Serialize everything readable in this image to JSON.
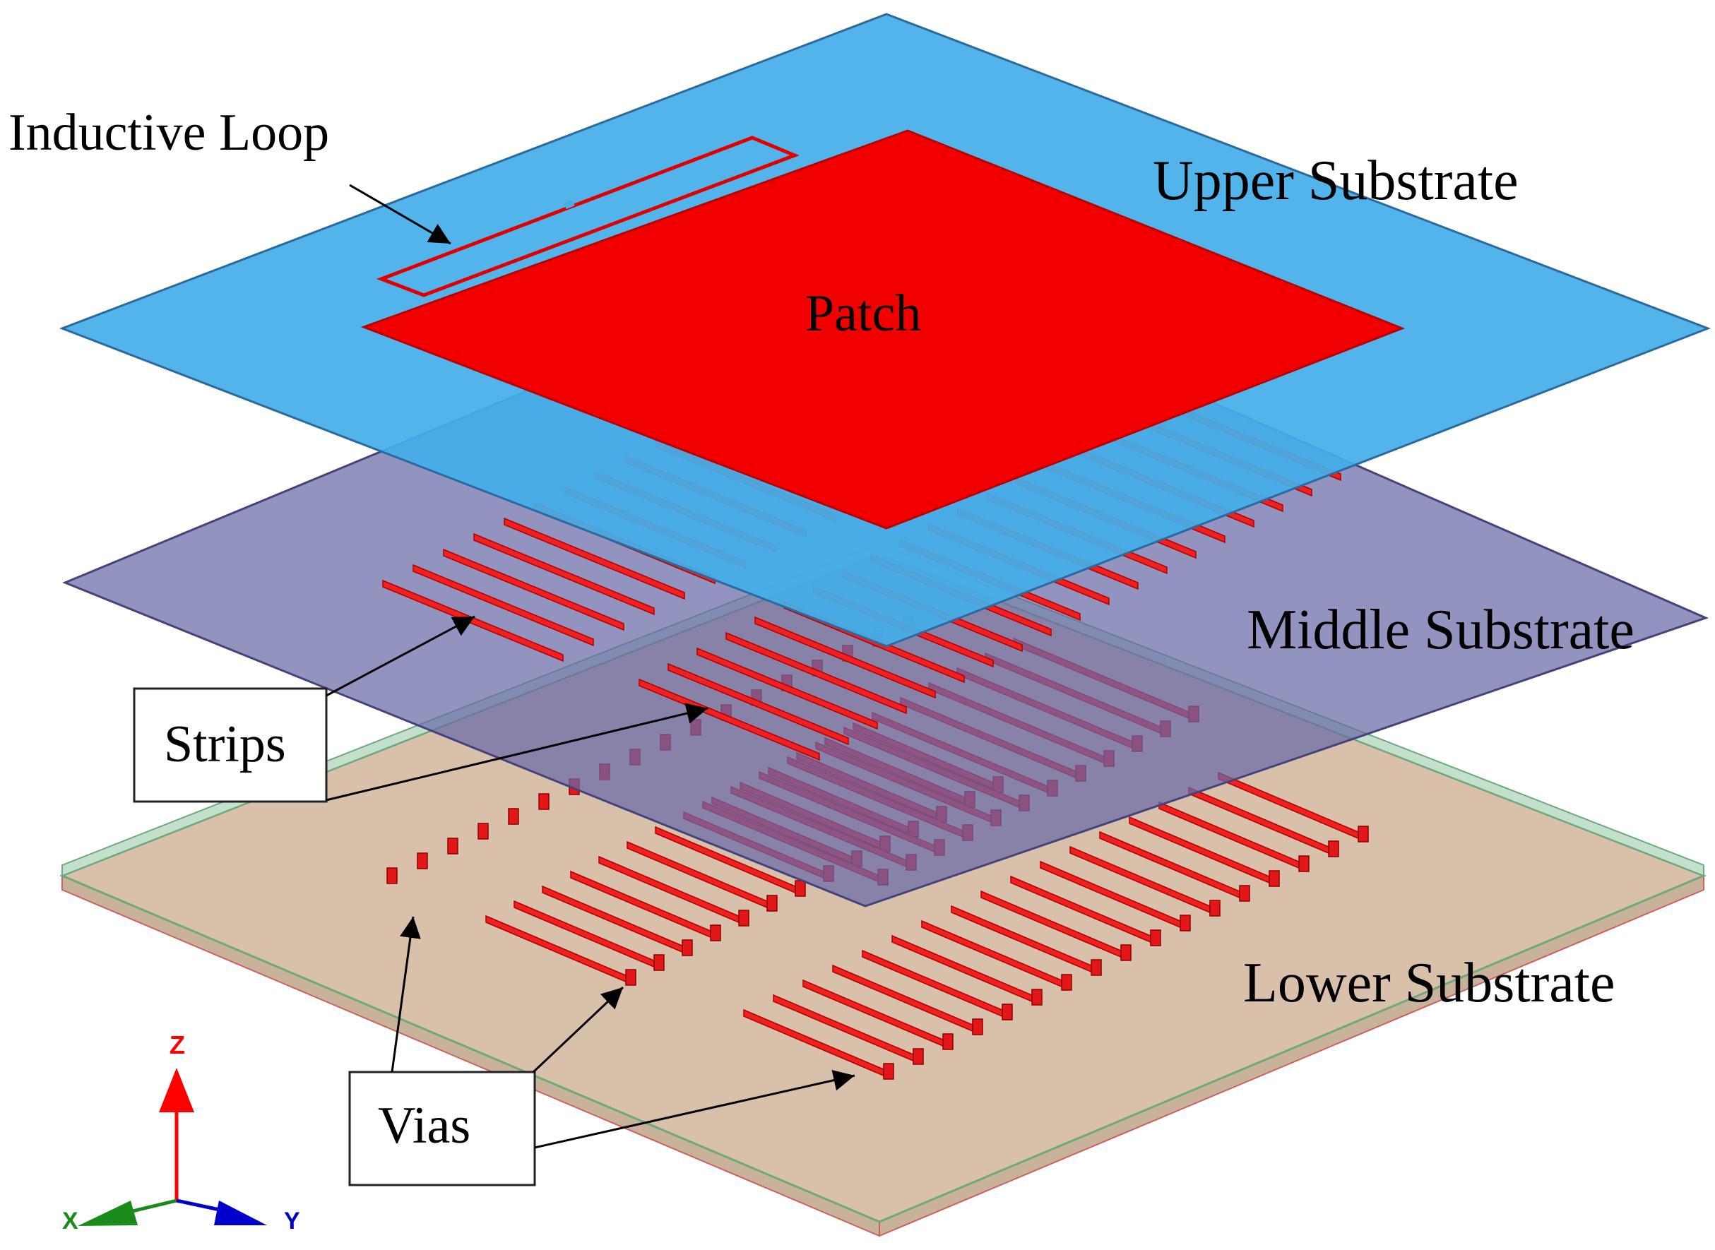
{
  "labels": {
    "inductive_loop": "Inductive Loop",
    "upper_substrate": "Upper Substrate",
    "patch": "Patch",
    "middle_substrate": "Middle Substrate",
    "strips": "Strips",
    "lower_substrate": "Lower Substrate",
    "vias": "Vias"
  },
  "axes": {
    "z": "Z",
    "x": "X",
    "y": "Y"
  },
  "colors": {
    "upper_substrate": "#45aee8",
    "patch": "#f20000",
    "middle_substrate": "#6a6aa8",
    "lower_substrate": "#d8c0aa",
    "lower_edge": "#b9d9c4",
    "strip": "#ee2020",
    "z_axis": "#ff0000",
    "x_axis": "#1a8a1a",
    "y_axis": "#0000cc"
  }
}
